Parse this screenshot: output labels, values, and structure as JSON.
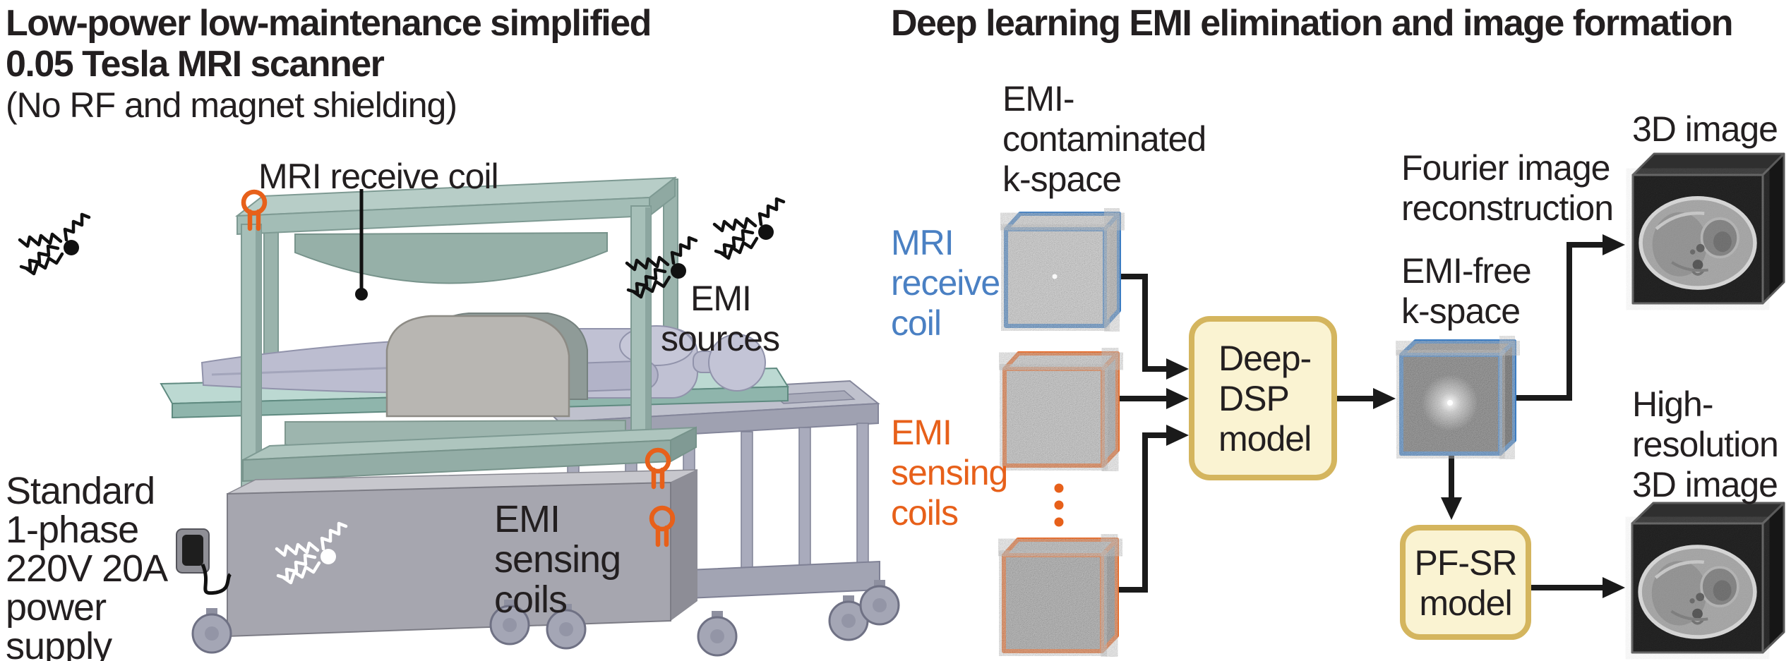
{
  "panel_left": {
    "title": [
      "Low-power low-maintenance simplified",
      "0.05 Tesla MRI scanner"
    ],
    "subtitle": "(No RF and magnet shielding)",
    "receive_coil_label": "MRI receive coil",
    "emi_sources_label": [
      "EMI",
      "sources"
    ],
    "power_label": [
      "Standard",
      "1-phase",
      "220V 20A",
      "power",
      "supply"
    ],
    "sensing_coils_label": [
      "EMI",
      "sensing",
      "coils"
    ]
  },
  "panel_right": {
    "title": "Deep learning EMI elimination and image formation",
    "contaminated_label": [
      "EMI-",
      "contaminated",
      "k-space"
    ],
    "mri_receive_coil_label": [
      "MRI",
      "receive",
      "coil"
    ],
    "emi_sensing_coils_label": [
      "EMI",
      "sensing",
      "coils"
    ],
    "deep_dsp_label": [
      "Deep-",
      "DSP",
      "model"
    ],
    "emi_free_label": [
      "EMI-free",
      "k-space"
    ],
    "fourier_label": [
      "Fourier image",
      "reconstruction"
    ],
    "image_3d_label": "3D image",
    "pf_sr_label": [
      "PF-SR",
      "model"
    ],
    "high_res_label": [
      "High-",
      "resolution",
      "3D image"
    ]
  },
  "icons": {
    "emi_noise": "zigzag-burst-with-dot",
    "sensing_coil": "orange-loop-coil",
    "power_plug": "wall-plug-with-cord",
    "pointer": "leader-line-with-dot"
  },
  "colors": {
    "accent_blue": "#4a80c3",
    "accent_orange": "#e7601a",
    "cube_outline_blue": "#3b7cc2",
    "cube_outline_orange": "#e8651f",
    "model_box_fill": "#faf3d2",
    "model_box_border": "#d4b55e",
    "scanner_teal": "#a9c1ba",
    "cart_gray": "#a6a6af",
    "text": "#231f20",
    "arrow": "#1a1a1a"
  }
}
